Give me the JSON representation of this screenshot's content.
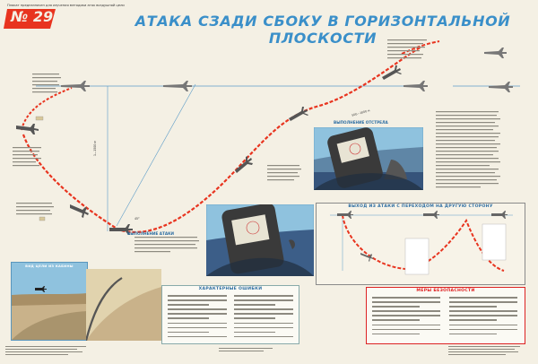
{
  "header": {
    "top_line": "Плакат предназначен для изучения методики атак воздушной цели",
    "poster_number": "№ 29",
    "title": "АТАКА СЗАДИ СБОКУ В ГОРИЗОНТАЛЬНОЙ ПЛОСКОСТИ"
  },
  "diagram": {
    "label_attack_execution": "ВЫПОЛНЕНИЕ АТАКИ",
    "label_breakaway": "ВЫПОЛНЕНИЕ ОТСТРЕЛА",
    "distance_vertical": "1—1500 м",
    "distance_top": "500—1000 м",
    "angle": "45°"
  },
  "panels": {
    "exit_panel_title": "ВЫХОД ИЗ АТАКИ С ПЕРЕХОДОМ НА ДРУГУЮ СТОРОНУ",
    "mistakes_title": "ХАРАКТЕРНЫЕ ОШИБКИ",
    "safety_title": "МЕРЫ БЕЗОПАСНОСТИ",
    "target_view_title": "ВИД ЦЕЛИ ИЗ КАБИНЫ"
  },
  "colors": {
    "title_blue": "#3a8fc9",
    "path_red": "#e8341f",
    "sky_blue": "#8fc2de",
    "ground": "#c9b28a",
    "paper": "#f4f0e4"
  }
}
